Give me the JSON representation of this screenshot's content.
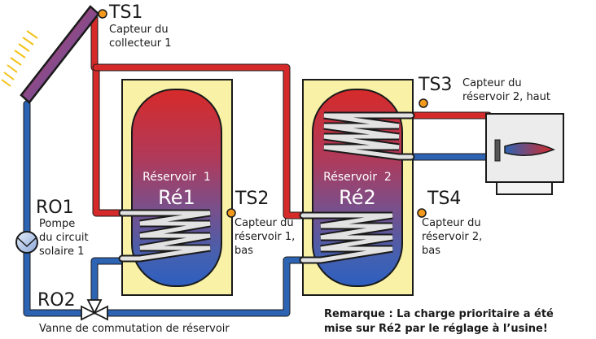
{
  "sensors": {
    "ts1": {
      "code": "TS1",
      "desc_line1": "Capteur du",
      "desc_line2": "collecteur 1"
    },
    "ts2": {
      "code": "TS2",
      "desc_line1": "Capteur du",
      "desc_line2": "réservoir 1,",
      "desc_line3": "bas"
    },
    "ts3": {
      "code": "TS3",
      "desc_line1": "Capteur du",
      "desc_line2": "réservoir 2, haut"
    },
    "ts4": {
      "code": "TS4",
      "desc_line1": "Capteur du",
      "desc_line2": "réservoir 2,",
      "desc_line3": "bas"
    }
  },
  "pump": {
    "code": "RO1",
    "desc_line1": "Pompe",
    "desc_line2": "du circuit",
    "desc_line3": "solaire 1"
  },
  "valve": {
    "code": "RO2",
    "desc": "Vanne de commutation de réservoir"
  },
  "tank1": {
    "name": "Réservoir  1",
    "code": "Ré1"
  },
  "tank2": {
    "name": "Réservoir  2",
    "code": "Ré2"
  },
  "note": {
    "line1": "Remarque : La charge prioritaire a été",
    "line2": "mise sur Ré2 par le réglage à l’usine!"
  },
  "colors": {
    "hot": "#d62a2a",
    "cold": "#2d63b3",
    "tank_bg": "#f8f1a6",
    "sensor": "#f39a1c",
    "line": "#1a1a1a"
  }
}
